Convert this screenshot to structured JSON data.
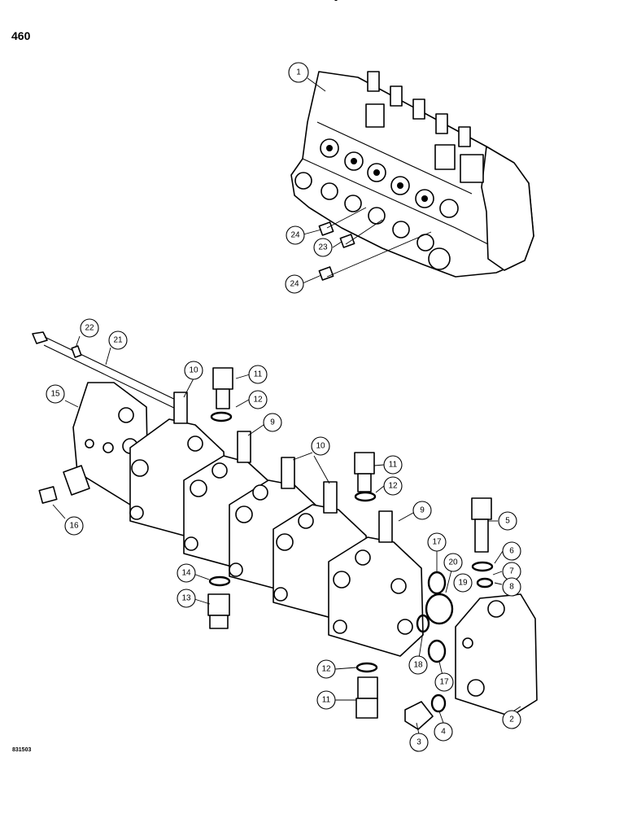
{
  "page_number": "460",
  "drawing_code": "831503",
  "callouts": [
    {
      "id": "c1",
      "label": "1"
    },
    {
      "id": "c24a",
      "label": "24"
    },
    {
      "id": "c23",
      "label": "23"
    },
    {
      "id": "c24b",
      "label": "24"
    },
    {
      "id": "c22",
      "label": "22"
    },
    {
      "id": "c21",
      "label": "21"
    },
    {
      "id": "c15",
      "label": "15"
    },
    {
      "id": "c16",
      "label": "16"
    },
    {
      "id": "c10a",
      "label": "10"
    },
    {
      "id": "c11a",
      "label": "11"
    },
    {
      "id": "c12a",
      "label": "12"
    },
    {
      "id": "c9a",
      "label": "9"
    },
    {
      "id": "c10b",
      "label": "10"
    },
    {
      "id": "c11b",
      "label": "11"
    },
    {
      "id": "c12b",
      "label": "12"
    },
    {
      "id": "c9b",
      "label": "9"
    },
    {
      "id": "c5",
      "label": "5"
    },
    {
      "id": "c6",
      "label": "6"
    },
    {
      "id": "c7",
      "label": "7"
    },
    {
      "id": "c8",
      "label": "8"
    },
    {
      "id": "c19",
      "label": "19"
    },
    {
      "id": "c17a",
      "label": "17"
    },
    {
      "id": "c20",
      "label": "20"
    },
    {
      "id": "c14",
      "label": "14"
    },
    {
      "id": "c13",
      "label": "13"
    },
    {
      "id": "c12c",
      "label": "12"
    },
    {
      "id": "c18",
      "label": "18"
    },
    {
      "id": "c17b",
      "label": "17"
    },
    {
      "id": "c11c",
      "label": "11"
    },
    {
      "id": "c2",
      "label": "2"
    },
    {
      "id": "c4",
      "label": "4"
    },
    {
      "id": "c3",
      "label": "3"
    }
  ]
}
